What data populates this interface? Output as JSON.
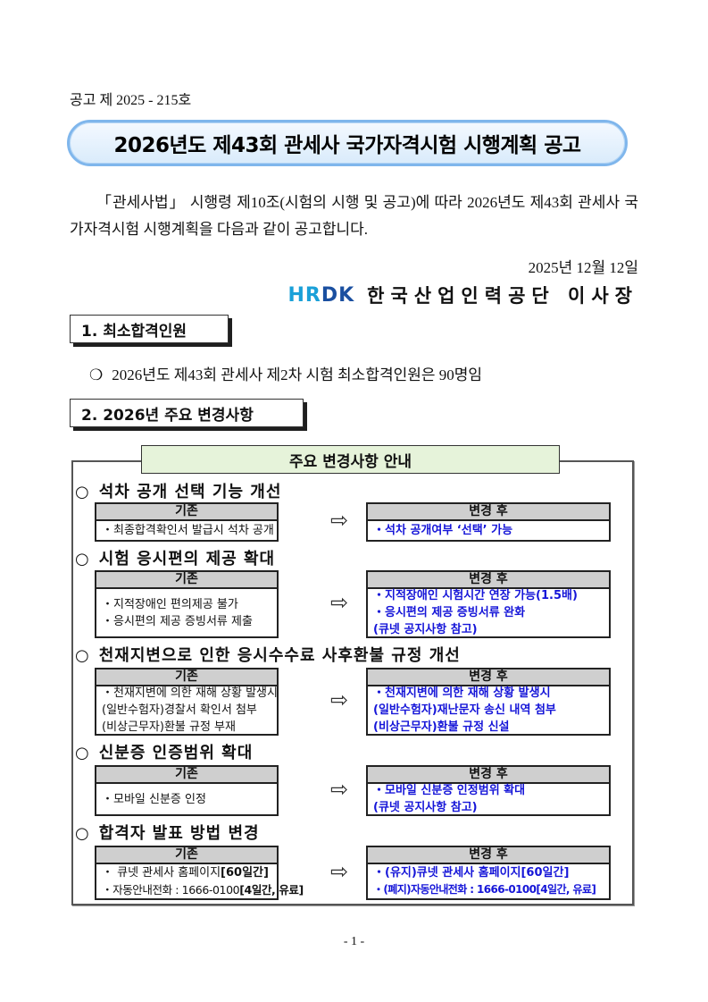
{
  "announcement_no": "공고 제 2025 - 215호",
  "title": "2026년도 제43회 관세사 국가자격시험 시행계획 공고",
  "intro": "「관세사법」 시행령 제10조(시험의 시행 및 공고)에 따라 2026년도 제43회 관세사 국가자격시험 시행계획을 다음과 같이 공고합니다.",
  "date": "2025년 12월 12일",
  "signature": {
    "logo": "HRDK",
    "logo_a": "HR",
    "logo_b": "DK",
    "signer": "한국산업인력공단 이사장"
  },
  "sections": [
    {
      "label": "1. 최소합격인원",
      "bullet": "❍",
      "text": "2026년도 제43회 관세사 제2차 시험 최소합격인원은 90명임"
    },
    {
      "label": "2. 2026년 주요 변경사항"
    }
  ],
  "changes_box": {
    "title": "주요 변경사항 안내",
    "before_label": "기존",
    "after_label": "변경 후",
    "items": [
      {
        "heading": "석차 공개 선택 기능 개선",
        "before": [
          {
            "text": "・최종합격확인서 발급시 석차 공개"
          }
        ],
        "after": [
          {
            "text": "・석차 공개여부 ‘선택’ 가능"
          }
        ]
      },
      {
        "heading": "시험 응시편의 제공 확대",
        "before": [
          {
            "text": "・지적장애인 편의제공 불가"
          },
          {
            "text": "・응시편의 제공 증빙서류 제출"
          }
        ],
        "after": [
          {
            "text": "・지적장애인 시험시간 연장 가능(1.5배)"
          },
          {
            "text": "・응시편의 제공 증빙서류 완화"
          },
          {
            "text": "  (큐넷 공지사항 참고)"
          }
        ]
      },
      {
        "heading": "천재지변으로 인한 응시수수료 사후환불 규정 개선",
        "before": [
          {
            "text": "・천재지변에 의한 재해 상황 발생시"
          },
          {
            "text": "(일반수험자)경찰서 확인서 첨부"
          },
          {
            "text": "(비상근무자)환불 규정 부재"
          }
        ],
        "after": [
          {
            "text": "・천재지변에 의한 재해 상황 발생시"
          },
          {
            "text": "(일반수험자)재난문자 송신 내역 첨부"
          },
          {
            "text": "(비상근무자)환불 규정 신설"
          }
        ]
      },
      {
        "heading": "신분증 인증범위 확대",
        "before": [
          {
            "text": "・모바일 신분증 인정"
          }
        ],
        "after": [
          {
            "text": "・모바일 신분증 인정범위 확대"
          },
          {
            "text": "  (큐넷 공지사항 참고)"
          }
        ]
      },
      {
        "heading": "합격자 발표 방법 변경",
        "before": [
          {
            "text": "・  큐넷 관세사 홈페이지",
            "bold": "[60일간]"
          },
          {
            "text": "・자동안내전화 : 1666-0100",
            "bold": "[4일간, 유료]"
          }
        ],
        "after": [
          {
            "text": "・(유지)큐넷 관세사 홈페이지[60일간]"
          },
          {
            "text": "・(폐지)자동안내전화 : 1666-0100[4일간, 유료]"
          }
        ]
      }
    ]
  },
  "page_number": "- 1 -"
}
